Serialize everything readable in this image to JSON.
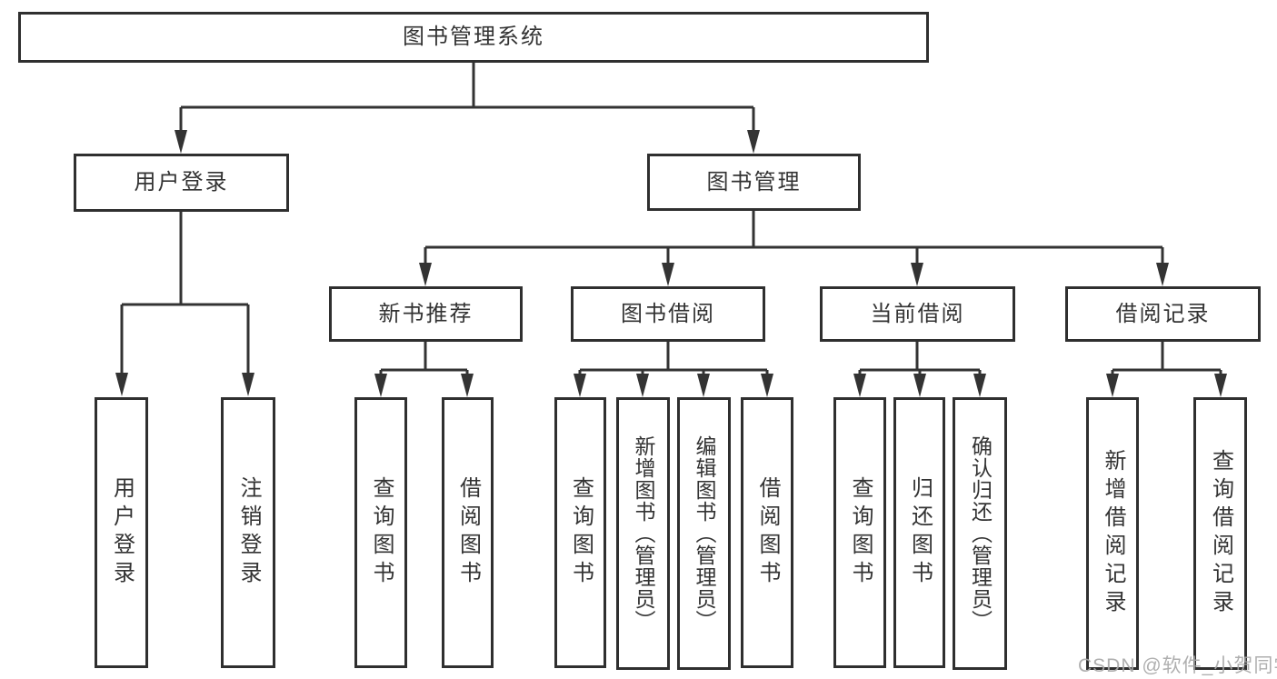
{
  "tree": {
    "label": "图书管理系统",
    "children": [
      {
        "label": "用户登录",
        "children": [
          {
            "label": "用户登录"
          },
          {
            "label": "注销登录"
          }
        ]
      },
      {
        "label": "图书管理",
        "children": [
          {
            "label": "新书推荐",
            "children": [
              {
                "label": "查询图书"
              },
              {
                "label": "借阅图书"
              }
            ]
          },
          {
            "label": "图书借阅",
            "children": [
              {
                "label": "查询图书"
              },
              {
                "label": "新增图书（管理员）"
              },
              {
                "label": "编辑图书（管理员）"
              },
              {
                "label": "借阅图书"
              }
            ]
          },
          {
            "label": "当前借阅",
            "children": [
              {
                "label": "查询图书"
              },
              {
                "label": "归还图书"
              },
              {
                "label": "确认归还（管理员）"
              }
            ]
          },
          {
            "label": "借阅记录",
            "children": [
              {
                "label": "新增借阅记录"
              },
              {
                "label": "查询借阅记录"
              }
            ]
          }
        ]
      }
    ]
  },
  "watermark": "CSDN @软件_小贺同学",
  "colors": {
    "line": "#333333",
    "text": "#333333",
    "box_background": "#ffffff",
    "watermark": "#a8a8a8",
    "page_background": "#ffffff"
  }
}
